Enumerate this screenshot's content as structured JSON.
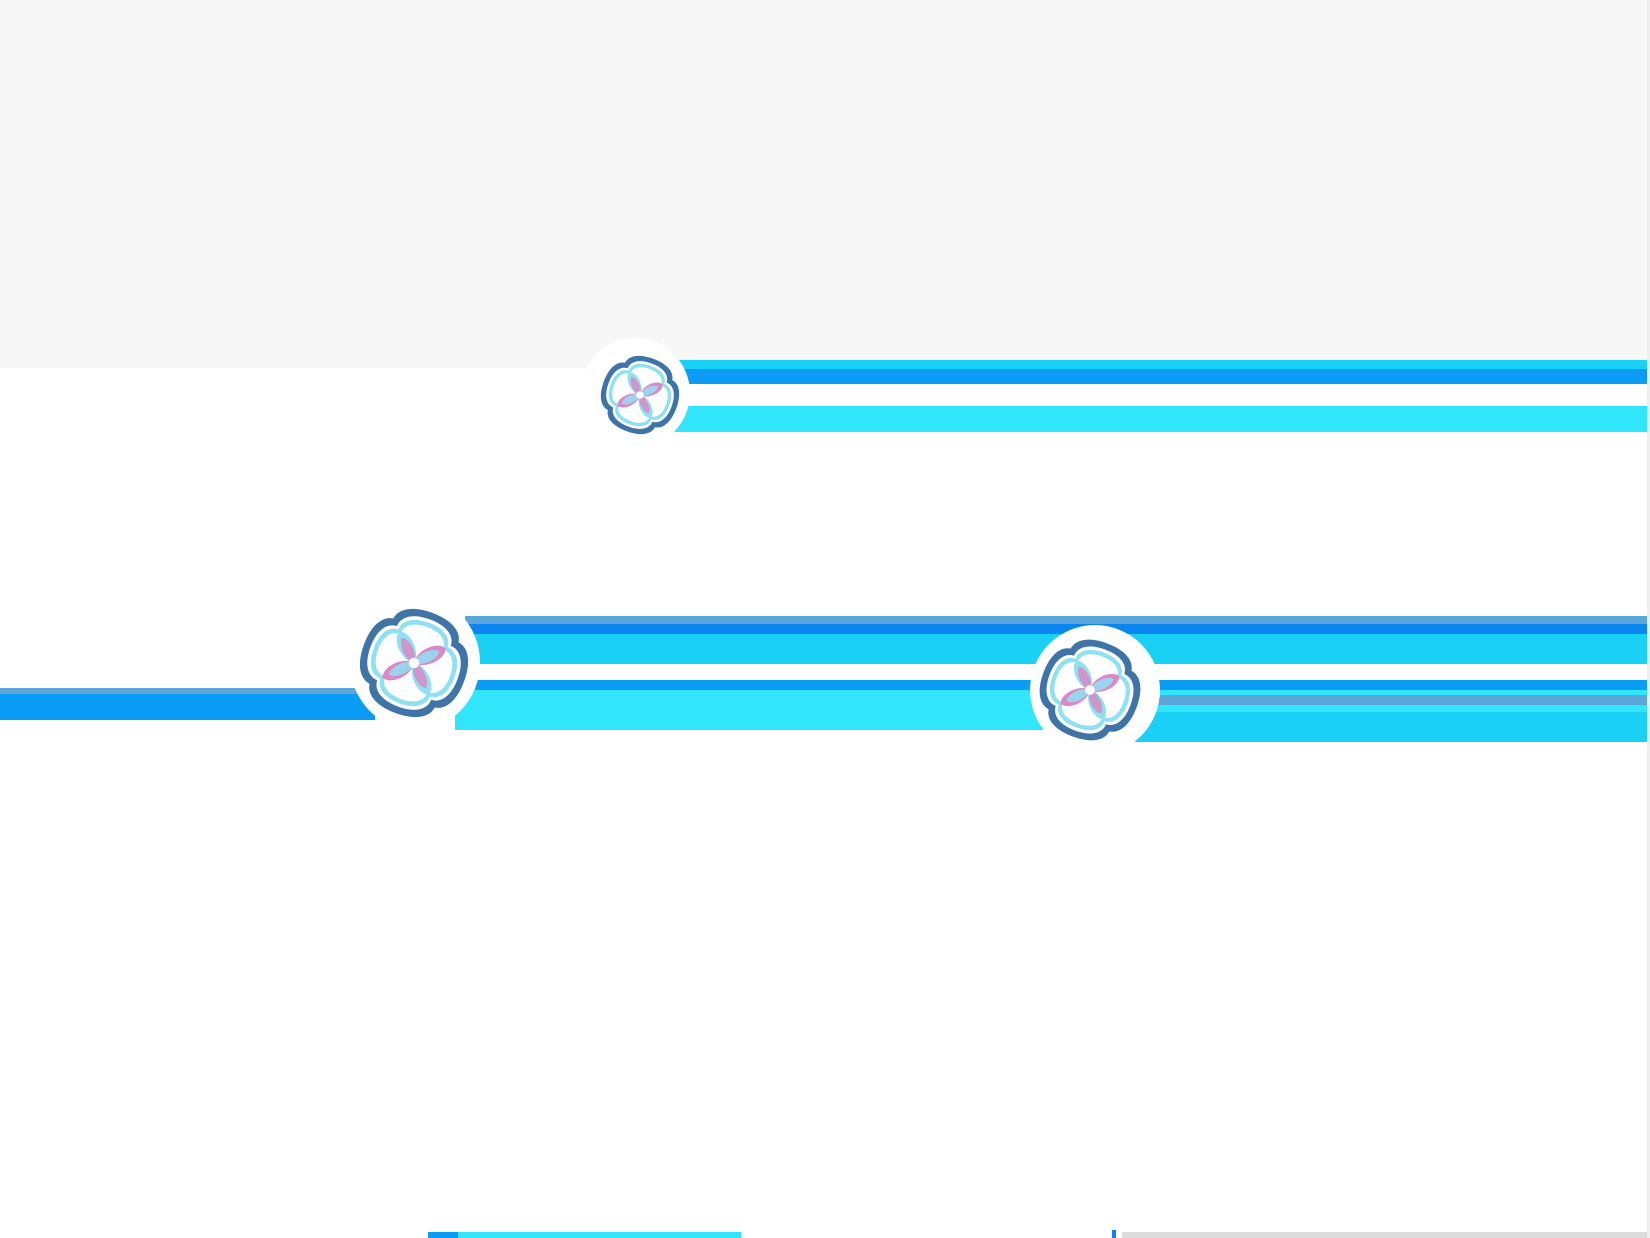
{
  "colors": {
    "background": "#ffffff",
    "grey_panel": "#f7f7f7",
    "cyan": "#1bd0f5",
    "bright_blue": "#0b9cf5",
    "deep_blue": "#0a86f0",
    "light_cyan": "#31e6fb",
    "steel_blue": "#5aa6d8",
    "flower_outline": "#3f74a8",
    "flower_petal_light": "#8fe0f2",
    "flower_petal_pink": "#d989c6",
    "flower_white": "#ffffff",
    "bottom_grey": "#dcdcdc"
  },
  "flowers": [
    {
      "name": "small-flower",
      "icon": "flower-icon"
    },
    {
      "name": "left-flower",
      "icon": "flower-icon"
    },
    {
      "name": "right-flower",
      "icon": "flower-icon"
    }
  ]
}
